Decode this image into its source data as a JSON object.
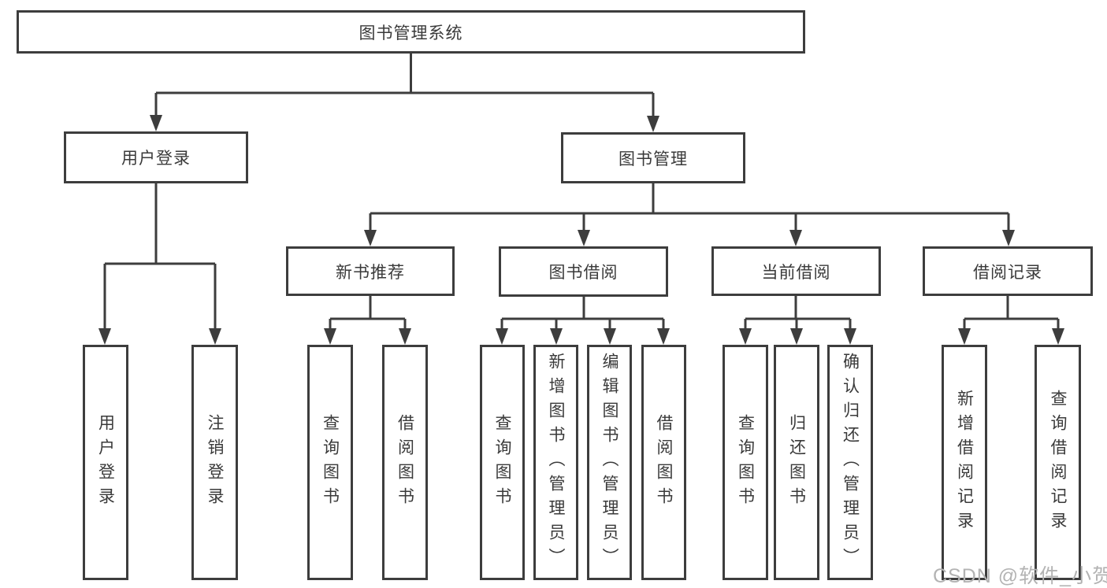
{
  "diagram": {
    "tree": {
      "label": "图书管理系统",
      "children": [
        {
          "label": "用户登录",
          "children": [
            {
              "label": "用户登录"
            },
            {
              "label": "注销登录"
            }
          ]
        },
        {
          "label": "图书管理",
          "children": [
            {
              "label": "新书推荐",
              "children": [
                {
                  "label": "查询图书"
                },
                {
                  "label": "借阅图书"
                }
              ]
            },
            {
              "label": "图书借阅",
              "children": [
                {
                  "label": "查询图书"
                },
                {
                  "label": "新增图书（管理员）"
                },
                {
                  "label": "编辑图书（管理员）"
                },
                {
                  "label": "借阅图书"
                }
              ]
            },
            {
              "label": "当前借阅",
              "children": [
                {
                  "label": "查询图书"
                },
                {
                  "label": "归还图书"
                },
                {
                  "label": "确认归还（管理员）"
                }
              ]
            },
            {
              "label": "借阅记录",
              "children": [
                {
                  "label": "新增借阅记录"
                },
                {
                  "label": "查询借阅记录"
                }
              ]
            }
          ]
        }
      ]
    }
  },
  "watermark": {
    "text": "CSDN @软件_小贺同学"
  },
  "colors": {
    "line": "#3d3d3d",
    "text": "#3a3a3a",
    "watermark": "#b3b3b3",
    "background": "#ffffff"
  }
}
